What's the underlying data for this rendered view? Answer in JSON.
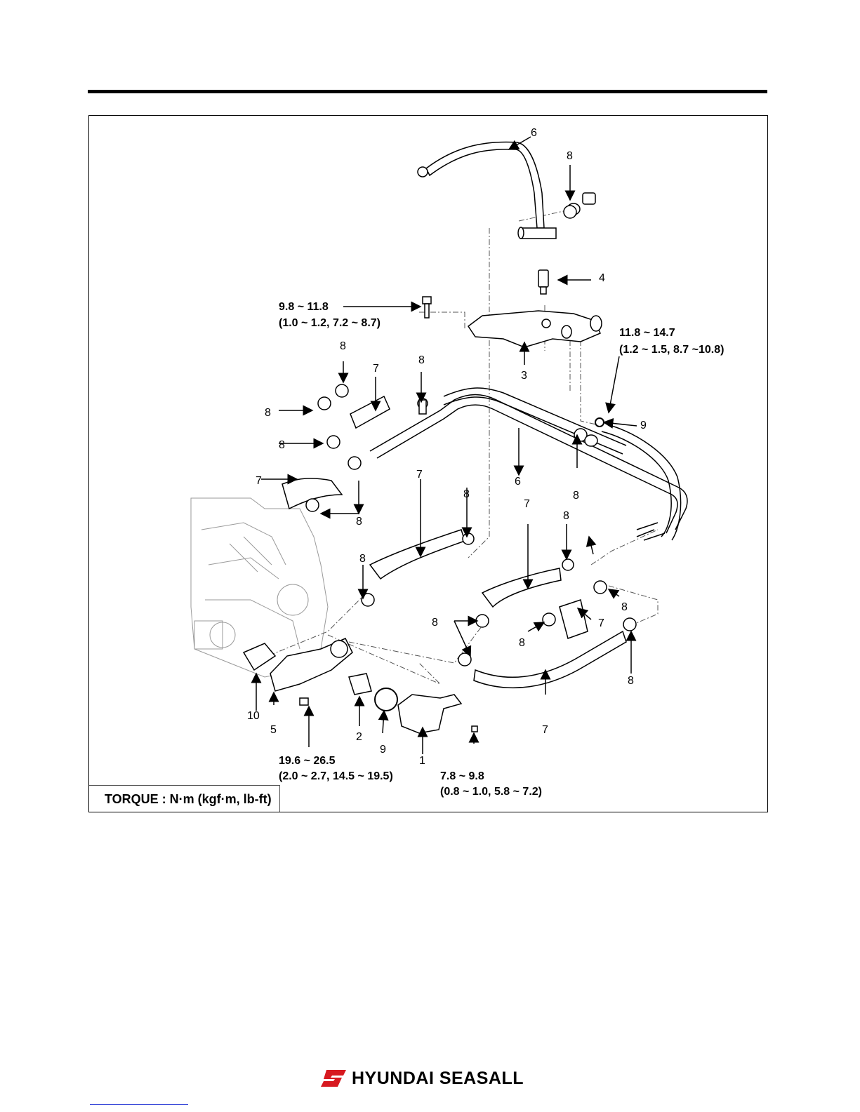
{
  "diagram": {
    "part_numbers": [
      "1",
      "2",
      "3",
      "4",
      "5",
      "6",
      "7",
      "8",
      "9",
      "10"
    ],
    "torque_specs": [
      {
        "value": "9.8 ~ 11.8",
        "detail": "(1.0 ~ 1.2, 7.2 ~ 8.7)"
      },
      {
        "value": "11.8 ~ 14.7",
        "detail": "(1.2 ~ 1.5, 8.7 ~10.8)"
      },
      {
        "value": "19.6 ~ 26.5",
        "detail": "(2.0 ~ 2.7, 14.5 ~ 19.5)"
      },
      {
        "value": "7.8 ~ 9.8",
        "detail": "(0.8 ~ 1.0, 5.8 ~ 7.2)"
      }
    ],
    "torque_legend": "TORQUE : N·m (kgf·m, lb-ft)"
  },
  "footer": {
    "brand": "HYUNDAI SEASALL",
    "brand_color": "#d71920"
  }
}
